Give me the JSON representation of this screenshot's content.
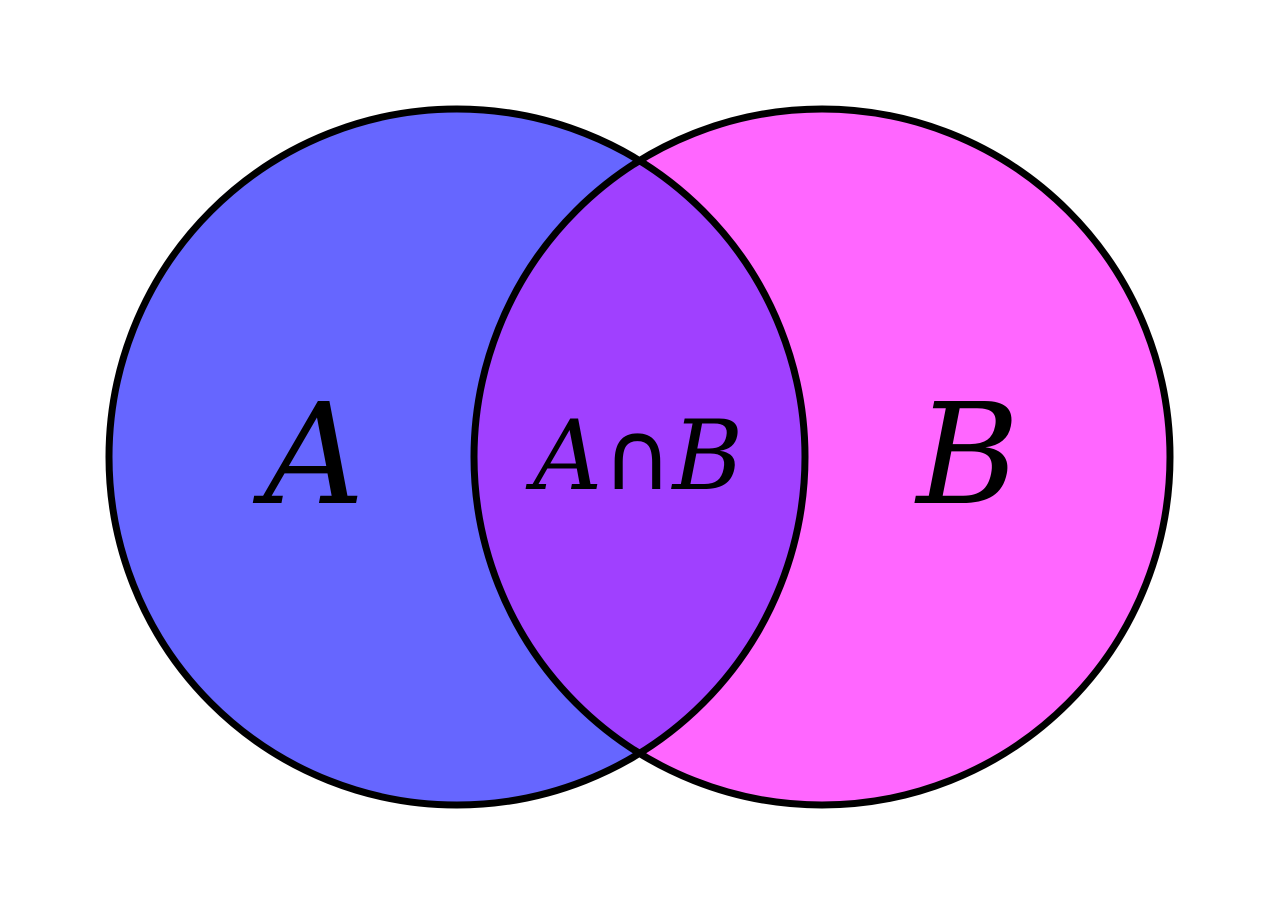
{
  "diagram": {
    "type": "venn",
    "sets": [
      {
        "id": "A",
        "label": "A",
        "color": "#6666FF"
      },
      {
        "id": "B",
        "label": "B",
        "color": "#FF66FF"
      }
    ],
    "intersection": {
      "label": "A∩B",
      "label_a": "A",
      "symbol": "∩",
      "label_b": "B",
      "color": "#A040FF"
    },
    "stroke_color": "#000000",
    "background": "#FFFFFF"
  }
}
